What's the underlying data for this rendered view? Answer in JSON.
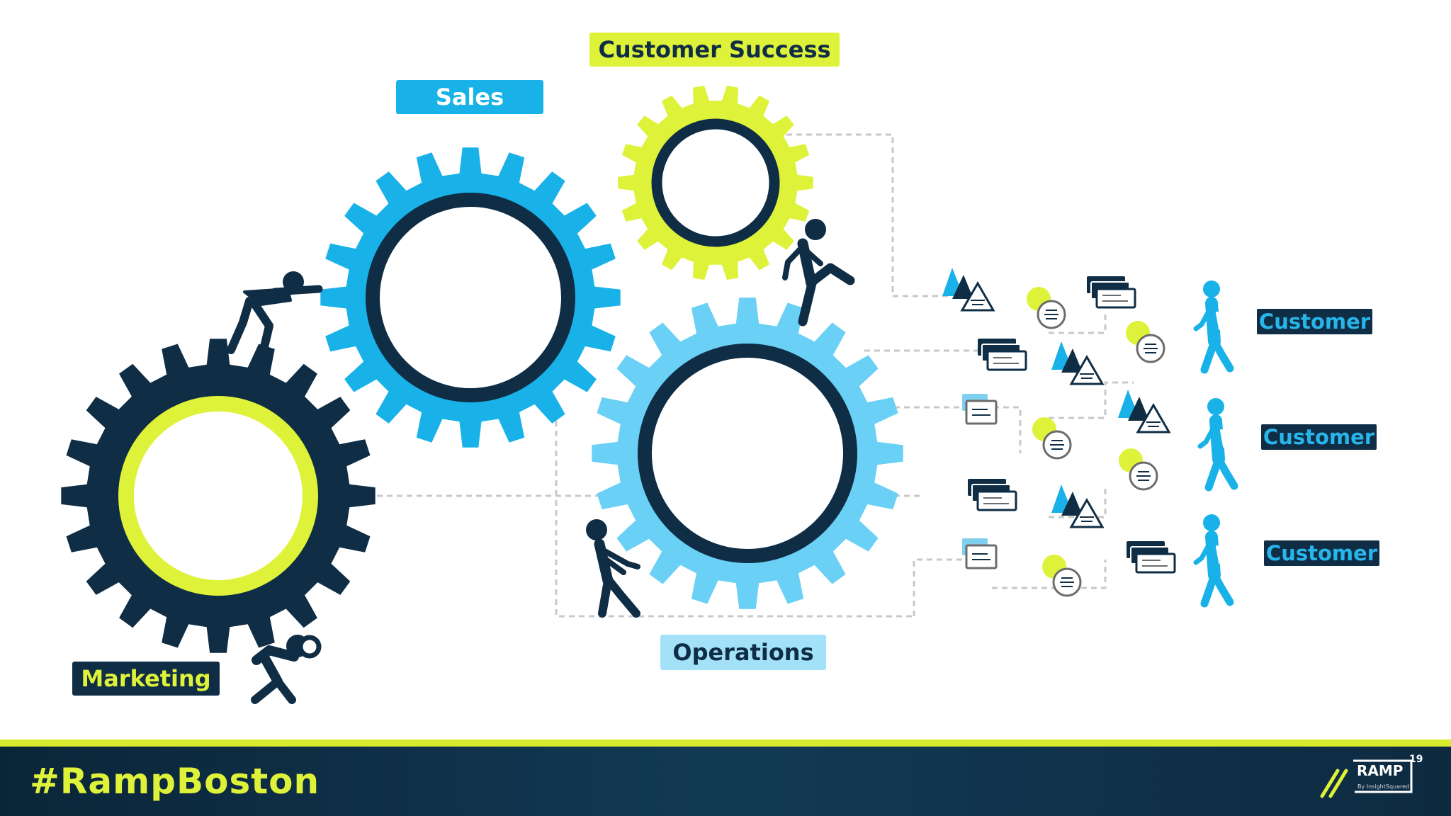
{
  "labels": {
    "customer_success": "Customer Success",
    "sales": "Sales",
    "operations": "Operations",
    "marketing": "Marketing",
    "customer_1": "Customer",
    "customer_2": "Customer",
    "customer_3": "Customer"
  },
  "footer": {
    "hashtag": "#RampBoston",
    "logo_word": "RAMP",
    "logo_year": "19",
    "logo_sub": "By InsightSquared"
  },
  "colors": {
    "navy": "#0f2d45",
    "lime": "#dff23a",
    "blue": "#19b2e8",
    "light_blue": "#6ad0f5",
    "footer_bg": "#0b2538"
  },
  "icons": {
    "gears": [
      "navy-lime-gear-icon",
      "blue-gear-icon",
      "lime-gear-icon",
      "light-blue-gear-icon"
    ],
    "people": [
      "pushing-person-icon",
      "kicking-person-icon",
      "pulling-person-icon",
      "carrying-person-icon"
    ],
    "customers": [
      "walking-customer-icon",
      "walking-customer-icon",
      "walking-customer-icon"
    ],
    "data_icons": [
      "alert-triangle-icon",
      "comment-bubble-icon",
      "message-card-icon",
      "document-card-icon"
    ]
  }
}
